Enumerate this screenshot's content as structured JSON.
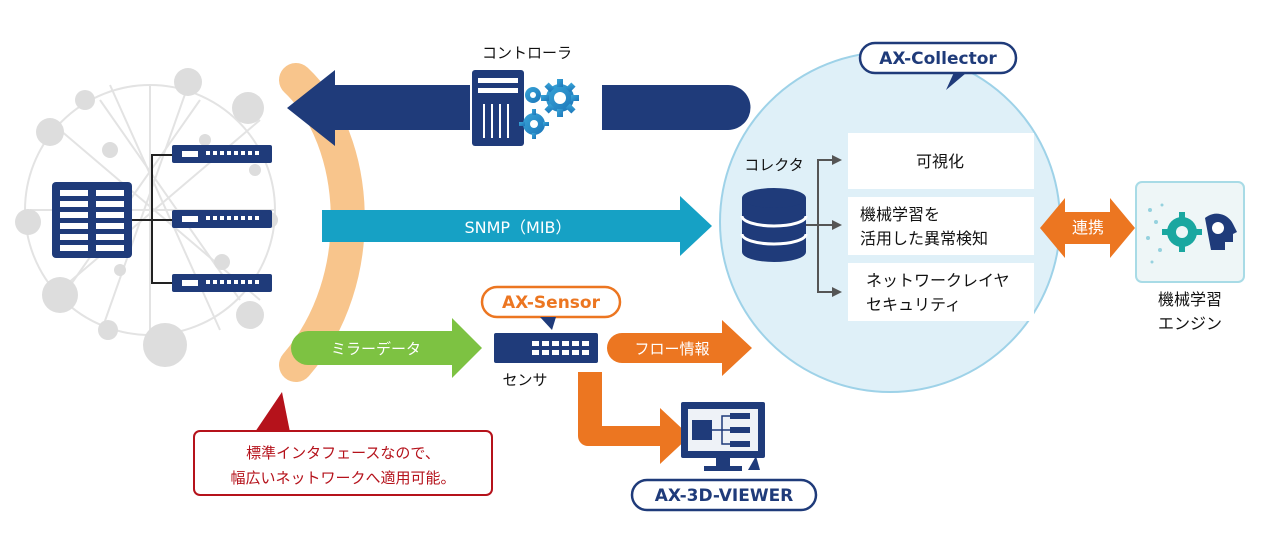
{
  "controller": {
    "label": "コントローラ"
  },
  "collector_tag": "AX-Collector",
  "collector_label": "コレクタ",
  "collector_outputs": [
    {
      "lines": [
        "可視化"
      ]
    },
    {
      "lines": [
        "機械学習を",
        "活用した異常検知"
      ]
    },
    {
      "lines": [
        "ネットワークレイヤ",
        "セキュリティ"
      ]
    }
  ],
  "snmp_label": "SNMP（MIB）",
  "sensor_tag": "AX-Sensor",
  "sensor_label": "センサ",
  "mirror_label": "ミラーデータ",
  "flow_label": "フロー情報",
  "link_label": "連携",
  "ml_engine": [
    "機械学習",
    "エンジン"
  ],
  "viewer_tag": "AX-3D-VIEWER",
  "callout": [
    "標準インタフェースなので、",
    "幅広いネットワークへ適用可能。"
  ],
  "colors": {
    "navy": "#1f3b7a",
    "teal": "#16a1c5",
    "green": "#7dc242",
    "orange": "#ec7621",
    "peach": "#f8c58c",
    "collector_fill": "#dff0f8",
    "collector_border": "#9ed2e8",
    "callout_red": "#b5121b",
    "gray_node": "#dcdcdc"
  }
}
